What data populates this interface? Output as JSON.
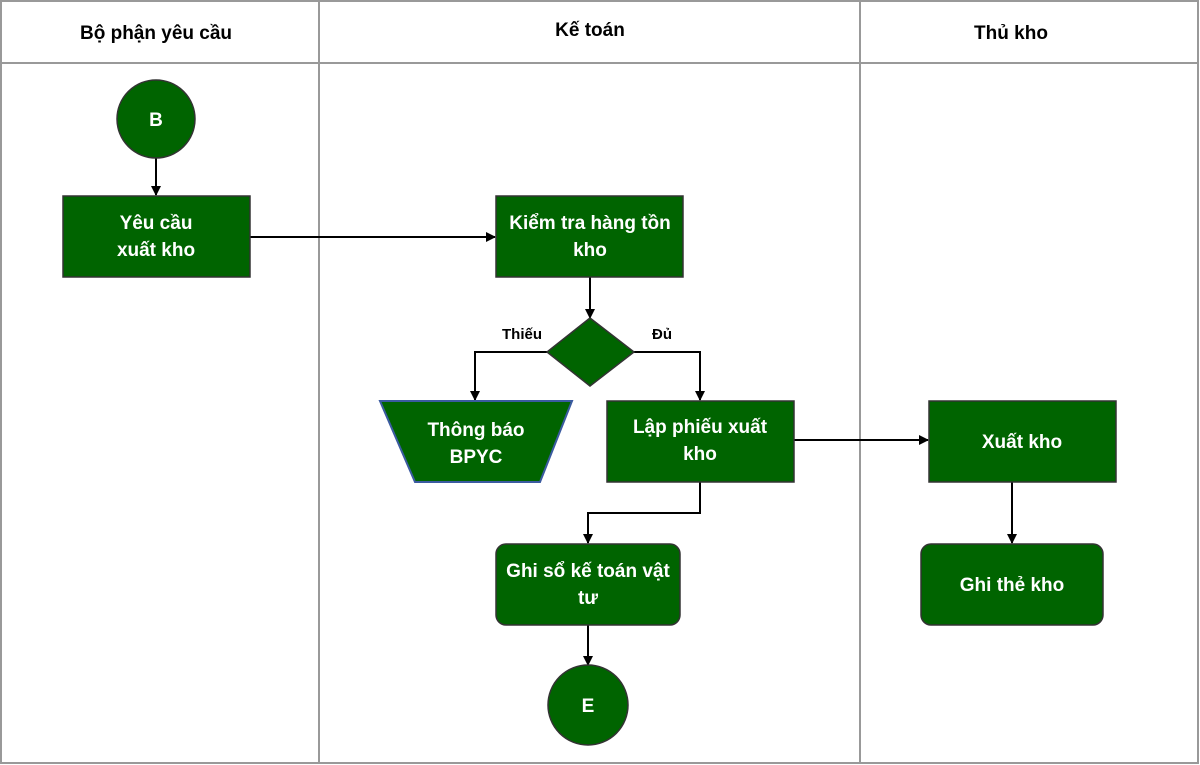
{
  "colors": {
    "node_fill": "#006400",
    "node_stroke": "#333333",
    "text_on_node": "#ffffff",
    "lane_border": "#999999",
    "edge": "#000000",
    "trapezoid_stroke": "#3b5ba0"
  },
  "lanes": [
    {
      "id": "lane-1",
      "title": "Bộ phận yêu cầu"
    },
    {
      "id": "lane-2",
      "title": "Kế toán"
    },
    {
      "id": "lane-3",
      "title": "Thủ kho"
    }
  ],
  "nodes": {
    "start": {
      "shape": "connector",
      "lines": [
        "B"
      ]
    },
    "request": {
      "shape": "process",
      "lines": [
        "Yêu cầu",
        "xuất kho"
      ]
    },
    "check_stock": {
      "shape": "process",
      "lines": [
        "Kiểm tra hàng tồn",
        "kho"
      ]
    },
    "decision": {
      "shape": "decision",
      "lines": []
    },
    "notify": {
      "shape": "manual-operation",
      "lines": [
        "Thông báo",
        "BPYC"
      ]
    },
    "issue_slip": {
      "shape": "process",
      "lines": [
        "Lập phiếu xuất",
        "kho"
      ]
    },
    "ledger": {
      "shape": "rounded-process",
      "lines": [
        "Ghi sổ kế toán vật",
        "tư"
      ]
    },
    "end": {
      "shape": "connector",
      "lines": [
        "E"
      ]
    },
    "stock_out": {
      "shape": "process",
      "lines": [
        "Xuất kho"
      ]
    },
    "stock_card": {
      "shape": "rounded-process",
      "lines": [
        "Ghi thẻ kho"
      ]
    }
  },
  "edges": [
    {
      "from": "start",
      "to": "request",
      "label": ""
    },
    {
      "from": "request",
      "to": "check_stock",
      "label": ""
    },
    {
      "from": "check_stock",
      "to": "decision",
      "label": ""
    },
    {
      "from": "decision",
      "to": "notify",
      "label": "Thiếu"
    },
    {
      "from": "decision",
      "to": "issue_slip",
      "label": "Đủ"
    },
    {
      "from": "issue_slip",
      "to": "stock_out",
      "label": ""
    },
    {
      "from": "issue_slip",
      "to": "ledger",
      "label": ""
    },
    {
      "from": "ledger",
      "to": "end",
      "label": ""
    },
    {
      "from": "stock_out",
      "to": "stock_card",
      "label": ""
    }
  ]
}
